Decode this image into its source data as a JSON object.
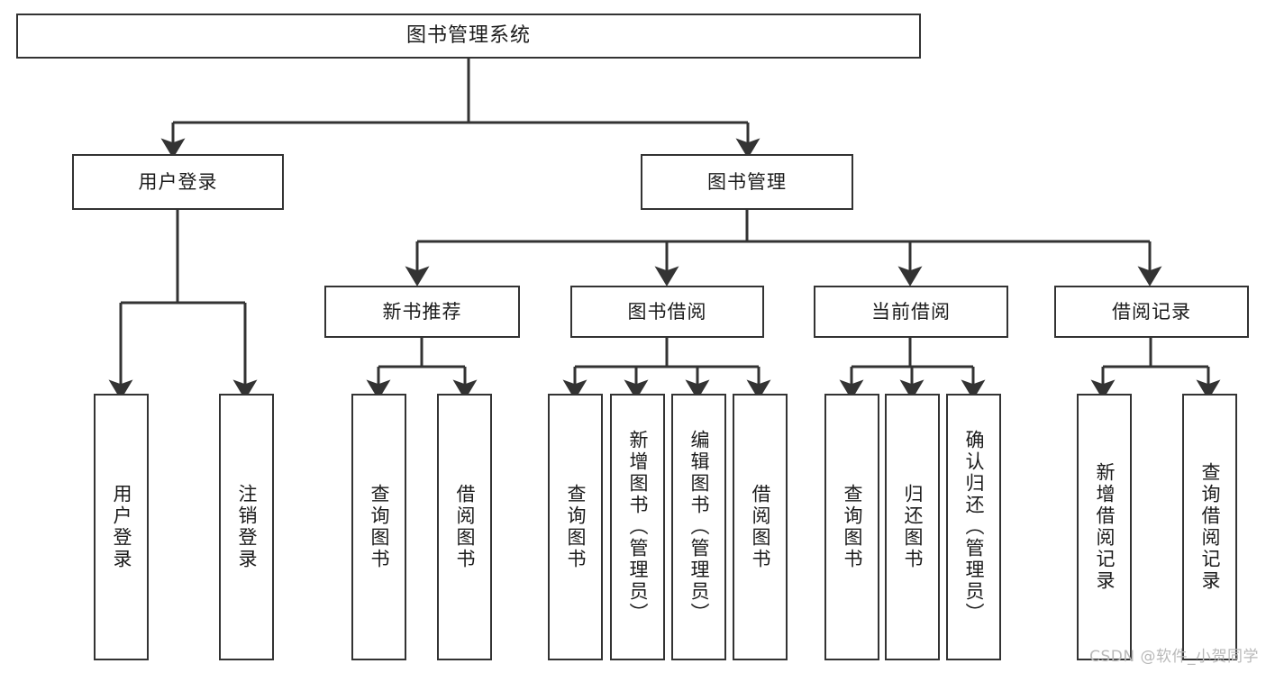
{
  "diagram": {
    "title": "图书管理系统",
    "type": "hierarchy-tree",
    "watermark": "CSDN @软件_小贺同学",
    "colors": {
      "background": "#ffffff",
      "node_border": "#333333",
      "node_fill": "#ffffff",
      "connector": "#333333",
      "text": "#1b1b1b",
      "watermark": "#b9b9b9"
    },
    "levels": {
      "level0": [
        {
          "id": "root",
          "label": "图书管理系统"
        }
      ],
      "level1": [
        {
          "id": "user-login",
          "label": "用户登录"
        },
        {
          "id": "book-management",
          "label": "图书管理"
        }
      ],
      "level2": [
        {
          "id": "new-book-recommend",
          "label": "新书推荐"
        },
        {
          "id": "book-borrow",
          "label": "图书借阅"
        },
        {
          "id": "current-borrow",
          "label": "当前借阅"
        },
        {
          "id": "borrow-record",
          "label": "借阅记录"
        }
      ],
      "level3": [
        {
          "id": "leaf-user-login",
          "label": "用户登录",
          "parent": "user-login"
        },
        {
          "id": "leaf-user-logout",
          "label": "注销登录",
          "parent": "user-login"
        },
        {
          "id": "leaf-query-book-1",
          "label": "查询图书",
          "parent": "new-book-recommend"
        },
        {
          "id": "leaf-borrow-book-1",
          "label": "借阅图书",
          "parent": "new-book-recommend"
        },
        {
          "id": "leaf-query-book-2",
          "label": "查询图书",
          "parent": "book-borrow"
        },
        {
          "id": "leaf-add-book",
          "label": "新增图书（管理员）",
          "parent": "book-borrow"
        },
        {
          "id": "leaf-edit-book",
          "label": "编辑图书（管理员）",
          "parent": "book-borrow"
        },
        {
          "id": "leaf-borrow-book-2",
          "label": "借阅图书",
          "parent": "book-borrow"
        },
        {
          "id": "leaf-query-book-3",
          "label": "查询图书",
          "parent": "current-borrow"
        },
        {
          "id": "leaf-return-book",
          "label": "归还图书",
          "parent": "current-borrow"
        },
        {
          "id": "leaf-confirm-return",
          "label": "确认归还（管理员）",
          "parent": "current-borrow"
        },
        {
          "id": "leaf-add-record",
          "label": "新增借阅记录",
          "parent": "borrow-record"
        },
        {
          "id": "leaf-query-record",
          "label": "查询借阅记录",
          "parent": "borrow-record"
        }
      ]
    }
  }
}
